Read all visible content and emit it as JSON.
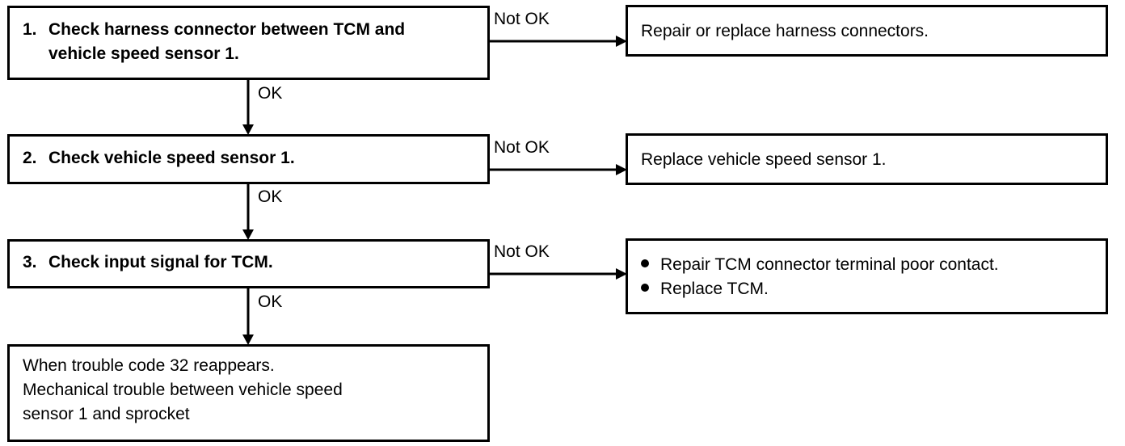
{
  "steps": [
    {
      "number": "1.",
      "lines": [
        "Check harness connector between TCM and",
        "vehicle speed sensor 1."
      ]
    },
    {
      "number": "2.",
      "lines": [
        "Check vehicle speed sensor 1."
      ]
    },
    {
      "number": "3.",
      "lines": [
        "Check input signal for TCM."
      ]
    }
  ],
  "results": [
    {
      "text": "Repair or replace harness connectors."
    },
    {
      "text": "Replace vehicle speed sensor 1."
    },
    {
      "bullets": [
        "Repair TCM connector terminal poor contact.",
        "Replace TCM."
      ]
    }
  ],
  "final": {
    "lines": [
      "When trouble code 32 reappears.",
      "Mechanical trouble between vehicle speed",
      "sensor 1 and sprocket"
    ]
  },
  "labels": {
    "not_ok": "Not OK",
    "ok": "OK"
  }
}
